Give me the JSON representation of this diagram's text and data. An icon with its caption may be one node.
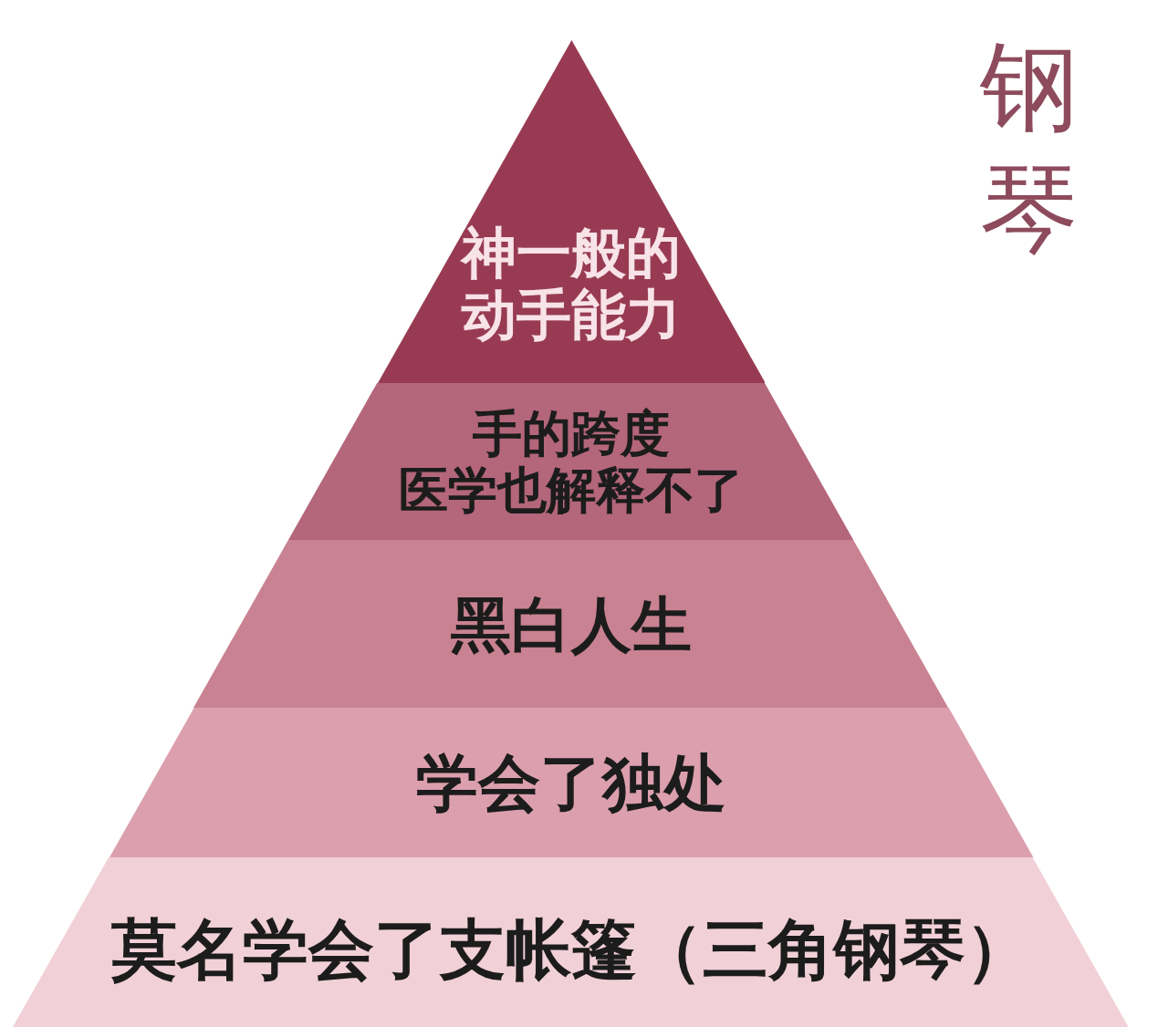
{
  "diagram": {
    "title": "钢琴",
    "nodes": [
      {
        "text": [
          "神一般的动手能力"
        ]
      },
      {
        "text": [
          "手的跨度医学也解释不了"
        ]
      },
      {
        "text": [
          "黑白人生"
        ]
      },
      {
        "text": [
          "学会了独处"
        ]
      },
      {
        "text": [
          "莫名学会了支帐篷（三角钢琴）"
        ]
      }
    ]
  }
}
